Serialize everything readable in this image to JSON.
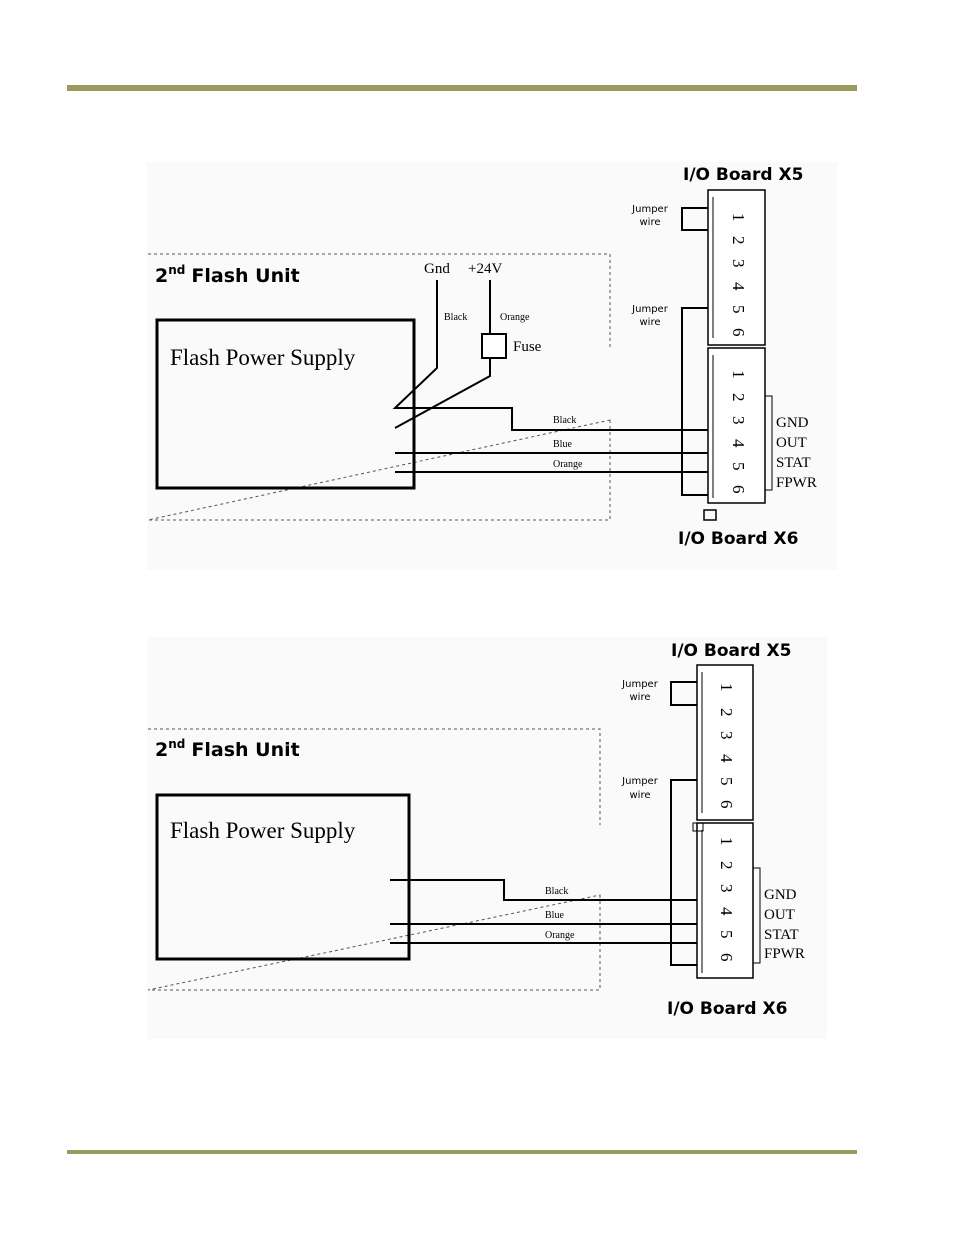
{
  "diagrams": [
    {
      "unit_label_main": "2",
      "unit_label_sup": "nd",
      "unit_label_rest": "Flash Unit",
      "power_supply_label": "Flash Power Supply",
      "x5_label": "I/O Board X5",
      "x6_label": "I/O Board X6",
      "jumper_label_1": "Jumper",
      "jumper_label_2": "wire",
      "pins": [
        "1",
        "2",
        "3",
        "4",
        "5",
        "6"
      ],
      "signals": [
        "GND",
        "OUT",
        "STAT",
        "FPWR"
      ],
      "wires": [
        "Black",
        "Blue",
        "Orange"
      ],
      "gnd_label": "Gnd",
      "v24_label": "+24V",
      "black_label": "Black",
      "orange_label": "Orange",
      "fuse_label": "Fuse"
    },
    {
      "unit_label_main": "2",
      "unit_label_sup": "nd",
      "unit_label_rest": "Flash Unit",
      "power_supply_label": "Flash Power Supply",
      "x5_label": "I/O Board X5",
      "x6_label": "I/O Board X6",
      "jumper_label_1": "Jumper",
      "jumper_label_2": "wire",
      "pins": [
        "1",
        "2",
        "3",
        "4",
        "5",
        "6"
      ],
      "signals": [
        "GND",
        "OUT",
        "STAT",
        "FPWR"
      ],
      "wires": [
        "Black",
        "Blue",
        "Orange"
      ]
    }
  ]
}
